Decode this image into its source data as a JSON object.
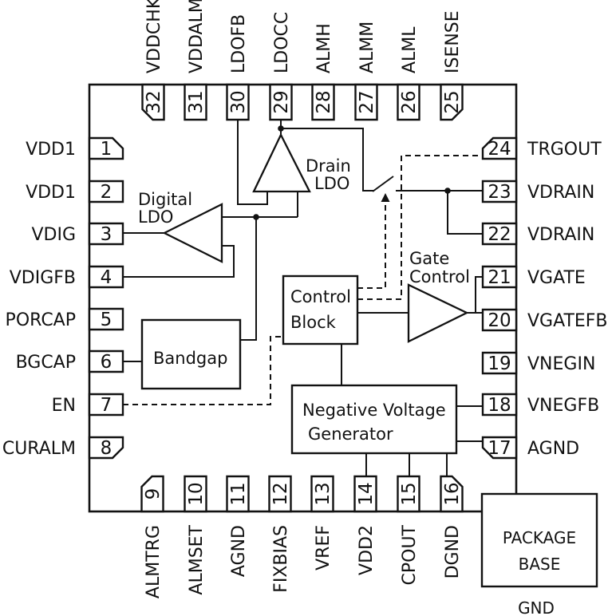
{
  "colors": {
    "ink": "#121212",
    "background": "#ffffff"
  },
  "chip": {
    "gnd_label": "GND"
  },
  "pins": {
    "left": [
      {
        "num": "1",
        "label": "VDD1",
        "chamfer": "tr"
      },
      {
        "num": "2",
        "label": "VDD1",
        "chamfer": ""
      },
      {
        "num": "3",
        "label": "VDIG",
        "chamfer": ""
      },
      {
        "num": "4",
        "label": "VDIGFB",
        "chamfer": ""
      },
      {
        "num": "5",
        "label": "PORCAP",
        "chamfer": ""
      },
      {
        "num": "6",
        "label": "BGCAP",
        "chamfer": ""
      },
      {
        "num": "7",
        "label": "EN",
        "chamfer": ""
      },
      {
        "num": "8",
        "label": "CURALM",
        "chamfer": "br"
      }
    ],
    "right": [
      {
        "num": "24",
        "label": "TRGOUT",
        "chamfer": "tl"
      },
      {
        "num": "23",
        "label": "VDRAIN",
        "chamfer": ""
      },
      {
        "num": "22",
        "label": "VDRAIN",
        "chamfer": ""
      },
      {
        "num": "21",
        "label": "VGATE",
        "chamfer": ""
      },
      {
        "num": "20",
        "label": "VGATEFB",
        "chamfer": ""
      },
      {
        "num": "19",
        "label": "VNEGIN",
        "chamfer": ""
      },
      {
        "num": "18",
        "label": "VNEGFB",
        "chamfer": ""
      },
      {
        "num": "17",
        "label": "AGND",
        "chamfer": "bl"
      }
    ],
    "top": [
      {
        "num": "32",
        "label": "VDDCHK",
        "chamfer": "bl"
      },
      {
        "num": "31",
        "label": "VDDALM",
        "chamfer": ""
      },
      {
        "num": "30",
        "label": "LDOFB",
        "chamfer": ""
      },
      {
        "num": "29",
        "label": "LDOCC",
        "chamfer": ""
      },
      {
        "num": "28",
        "label": "ALMH",
        "chamfer": ""
      },
      {
        "num": "27",
        "label": "ALMM",
        "chamfer": ""
      },
      {
        "num": "26",
        "label": "ALML",
        "chamfer": ""
      },
      {
        "num": "25",
        "label": "ISENSE",
        "chamfer": "br"
      }
    ],
    "bottom": [
      {
        "num": "9",
        "label": "ALMTRG",
        "chamfer": "tl"
      },
      {
        "num": "10",
        "label": "ALMSET",
        "chamfer": ""
      },
      {
        "num": "11",
        "label": "AGND",
        "chamfer": ""
      },
      {
        "num": "12",
        "label": "FIXBIAS",
        "chamfer": ""
      },
      {
        "num": "13",
        "label": "VREF",
        "chamfer": ""
      },
      {
        "num": "14",
        "label": "VDD2",
        "chamfer": ""
      },
      {
        "num": "15",
        "label": "CPOUT",
        "chamfer": ""
      },
      {
        "num": "16",
        "label": "DGND",
        "chamfer": "tr"
      }
    ]
  },
  "blocks": {
    "digital_ldo": {
      "lines": [
        "Digital",
        "LDO"
      ]
    },
    "drain_ldo": {
      "lines": [
        "Drain",
        "LDO"
      ]
    },
    "bandgap": {
      "lines": [
        "Bandgap"
      ]
    },
    "control_block": {
      "lines": [
        "Control",
        "Block"
      ]
    },
    "gate_control": {
      "lines": [
        "Gate",
        "Control"
      ]
    },
    "negative_voltage_generator": {
      "lines": [
        "Negative Voltage",
        "Generator"
      ]
    },
    "package_base": {
      "lines": [
        "PACKAGE",
        "BASE"
      ]
    }
  }
}
